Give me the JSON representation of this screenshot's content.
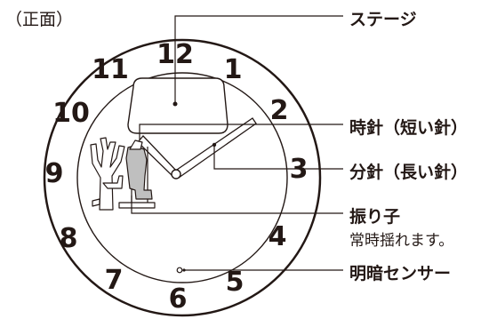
{
  "view_label": "（正面）",
  "numerals": [
    "12",
    "1",
    "2",
    "3",
    "4",
    "5",
    "6",
    "7",
    "8",
    "9",
    "10",
    "11"
  ],
  "callouts": {
    "stage": "ステージ",
    "hour_hand": "時針（短い針）",
    "minute_hand": "分針（長い針）",
    "pendulum": "振り子",
    "pendulum_note": "常時揺れます。",
    "light_sensor": "明暗センサー"
  }
}
